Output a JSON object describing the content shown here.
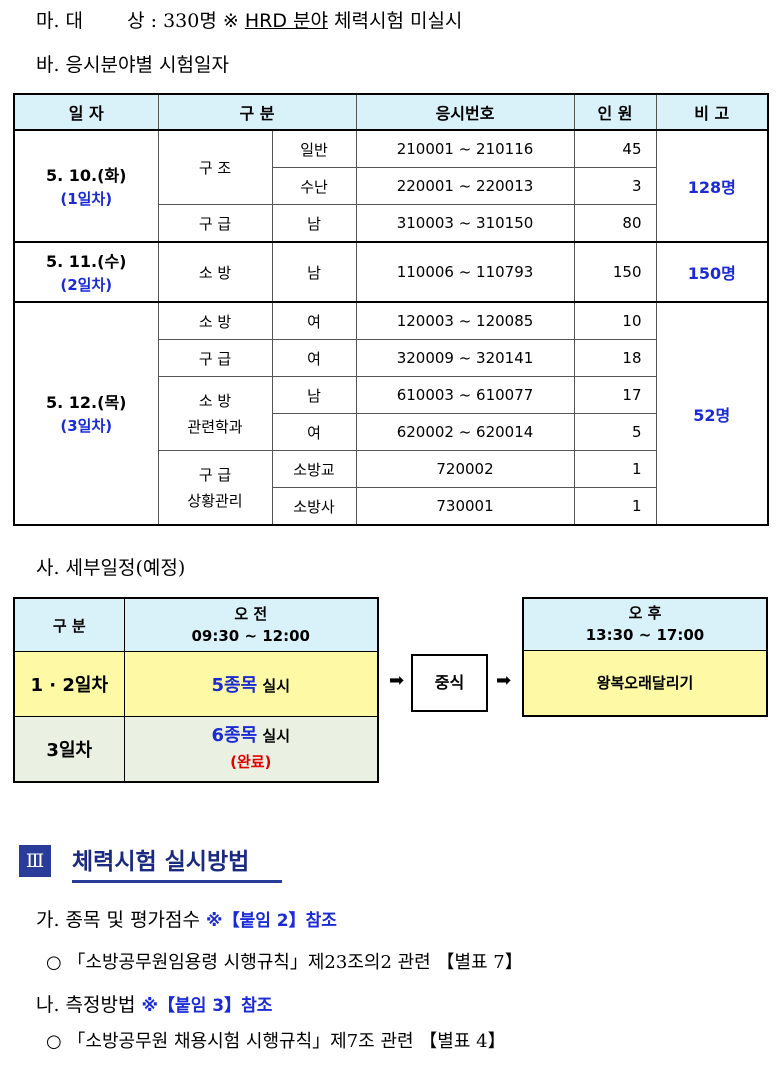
{
  "line_ma": {
    "prefix": "마. 대",
    "sang": "상",
    "colon": ":",
    "count": "330명",
    "note_mark": "※",
    "note_underlined": "HRD 분야",
    "note_rest": "체력시험 미실시"
  },
  "line_ba": "바. 응시분야별 시험일자",
  "schedule_table": {
    "headers": [
      "일 자",
      "구 분",
      "응시번호",
      "인 원",
      "비 고"
    ],
    "groups": [
      {
        "date": "5. 10.(화)",
        "day": "(1일차)",
        "remark": "128명",
        "rows": [
          {
            "category": "구 조",
            "sub": "일반",
            "range": "210001 ~ 210116",
            "count": "45"
          },
          {
            "category": "",
            "sub": "수난",
            "range": "220001 ~ 220013",
            "count": "3"
          },
          {
            "category": "구 급",
            "sub": "남",
            "range": "310003 ~ 310150",
            "count": "80"
          }
        ]
      },
      {
        "date": "5. 11.(수)",
        "day": "(2일차)",
        "remark": "150명",
        "rows": [
          {
            "category": "소 방",
            "sub": "남",
            "range": "110006 ~ 110793",
            "count": "150"
          }
        ]
      },
      {
        "date": "5. 12.(목)",
        "day": "(3일차)",
        "remark": "52명",
        "rows": [
          {
            "category": "소 방",
            "sub": "여",
            "range": "120003 ~ 120085",
            "count": "10"
          },
          {
            "category": "구 급",
            "sub": "여",
            "range": "320009 ~ 320141",
            "count": "18"
          },
          {
            "category": "소 방",
            "category2": "관련학과",
            "sub": "남",
            "range": "610003 ~ 610077",
            "count": "17"
          },
          {
            "category": "",
            "sub": "여",
            "range": "620002 ~ 620014",
            "count": "5"
          },
          {
            "category": "구 급",
            "category2": "상황관리",
            "sub": "소방교",
            "range": "720002",
            "count": "1"
          },
          {
            "category": "",
            "sub": "소방사",
            "range": "730001",
            "count": "1"
          }
        ]
      }
    ]
  },
  "line_sa": "사. 세부일정(예정)",
  "detail_schedule": {
    "col_header": "구 분",
    "am_label": "오 전",
    "am_time": "09:30 ~ 12:00",
    "row1_label": "1 · 2일차",
    "row1_event": "5종목",
    "row1_suffix": "실시",
    "row2_label": "3일차",
    "row2_event": "6종목",
    "row2_suffix": "실시",
    "row2_note": "(완료)",
    "break_label": "중식",
    "arrow": "➡",
    "pm_label": "오 후",
    "pm_time": "13:30 ~ 17:00",
    "pm_event": "왕복오래달리기"
  },
  "section": {
    "numeral": "Ⅲ",
    "title": "체력시험 실시방법"
  },
  "line_ga": {
    "text": "가. 종목 및 평가점수",
    "ref": "※【붙임 2】참조"
  },
  "line_ga_sub": "○ 「소방공무원임용령 시행규칙」제23조의2 관련 【별표 7】",
  "line_na": {
    "text": "나. 측정방법",
    "ref": "※【붙임 3】참조"
  },
  "line_na_sub": "○ 「소방공무원 채용시험 시행규칙」제7조 관련 【별표 4】"
}
